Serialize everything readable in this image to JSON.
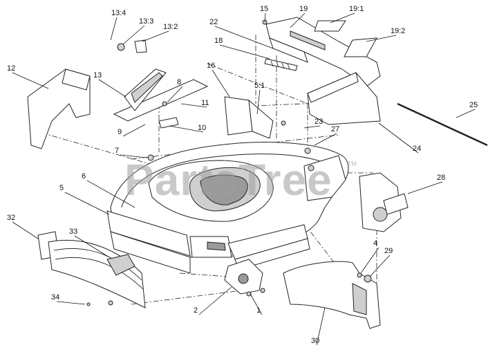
{
  "watermark": {
    "text": "PartsTree",
    "tm": "TM"
  },
  "callouts": [
    "13:4",
    "13:3",
    "13:2",
    "15",
    "19",
    "19:1",
    "22",
    "18",
    "19:2",
    "12",
    "13",
    "16",
    "5:1",
    "8",
    "11",
    "25",
    "9",
    "10",
    "23",
    "27",
    "7",
    "24",
    "6",
    "5",
    "28",
    "32",
    "33",
    "4",
    "29",
    "34",
    "2",
    "1",
    "30"
  ]
}
